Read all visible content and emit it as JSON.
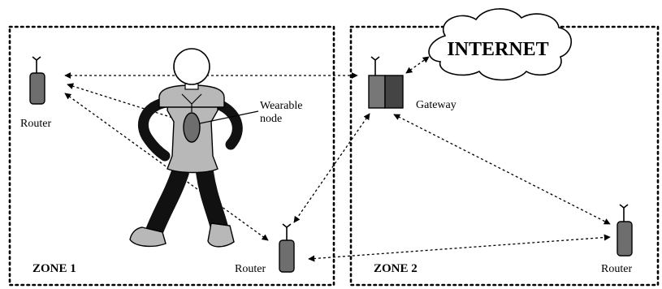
{
  "zones": [
    {
      "label": "ZONE 1"
    },
    {
      "label": "ZONE 2"
    }
  ],
  "cloud": {
    "label": "INTERNET"
  },
  "devices": {
    "router_top_left": "Router",
    "router_bottom_center": "Router",
    "router_bottom_right": "Router",
    "gateway": "Gateway",
    "wearable_node": [
      "Wearable",
      "node"
    ]
  },
  "colors": {
    "device_fill": "#6e6e6e",
    "body_fill": "#b8b8b8",
    "limb_fill": "#111111"
  }
}
